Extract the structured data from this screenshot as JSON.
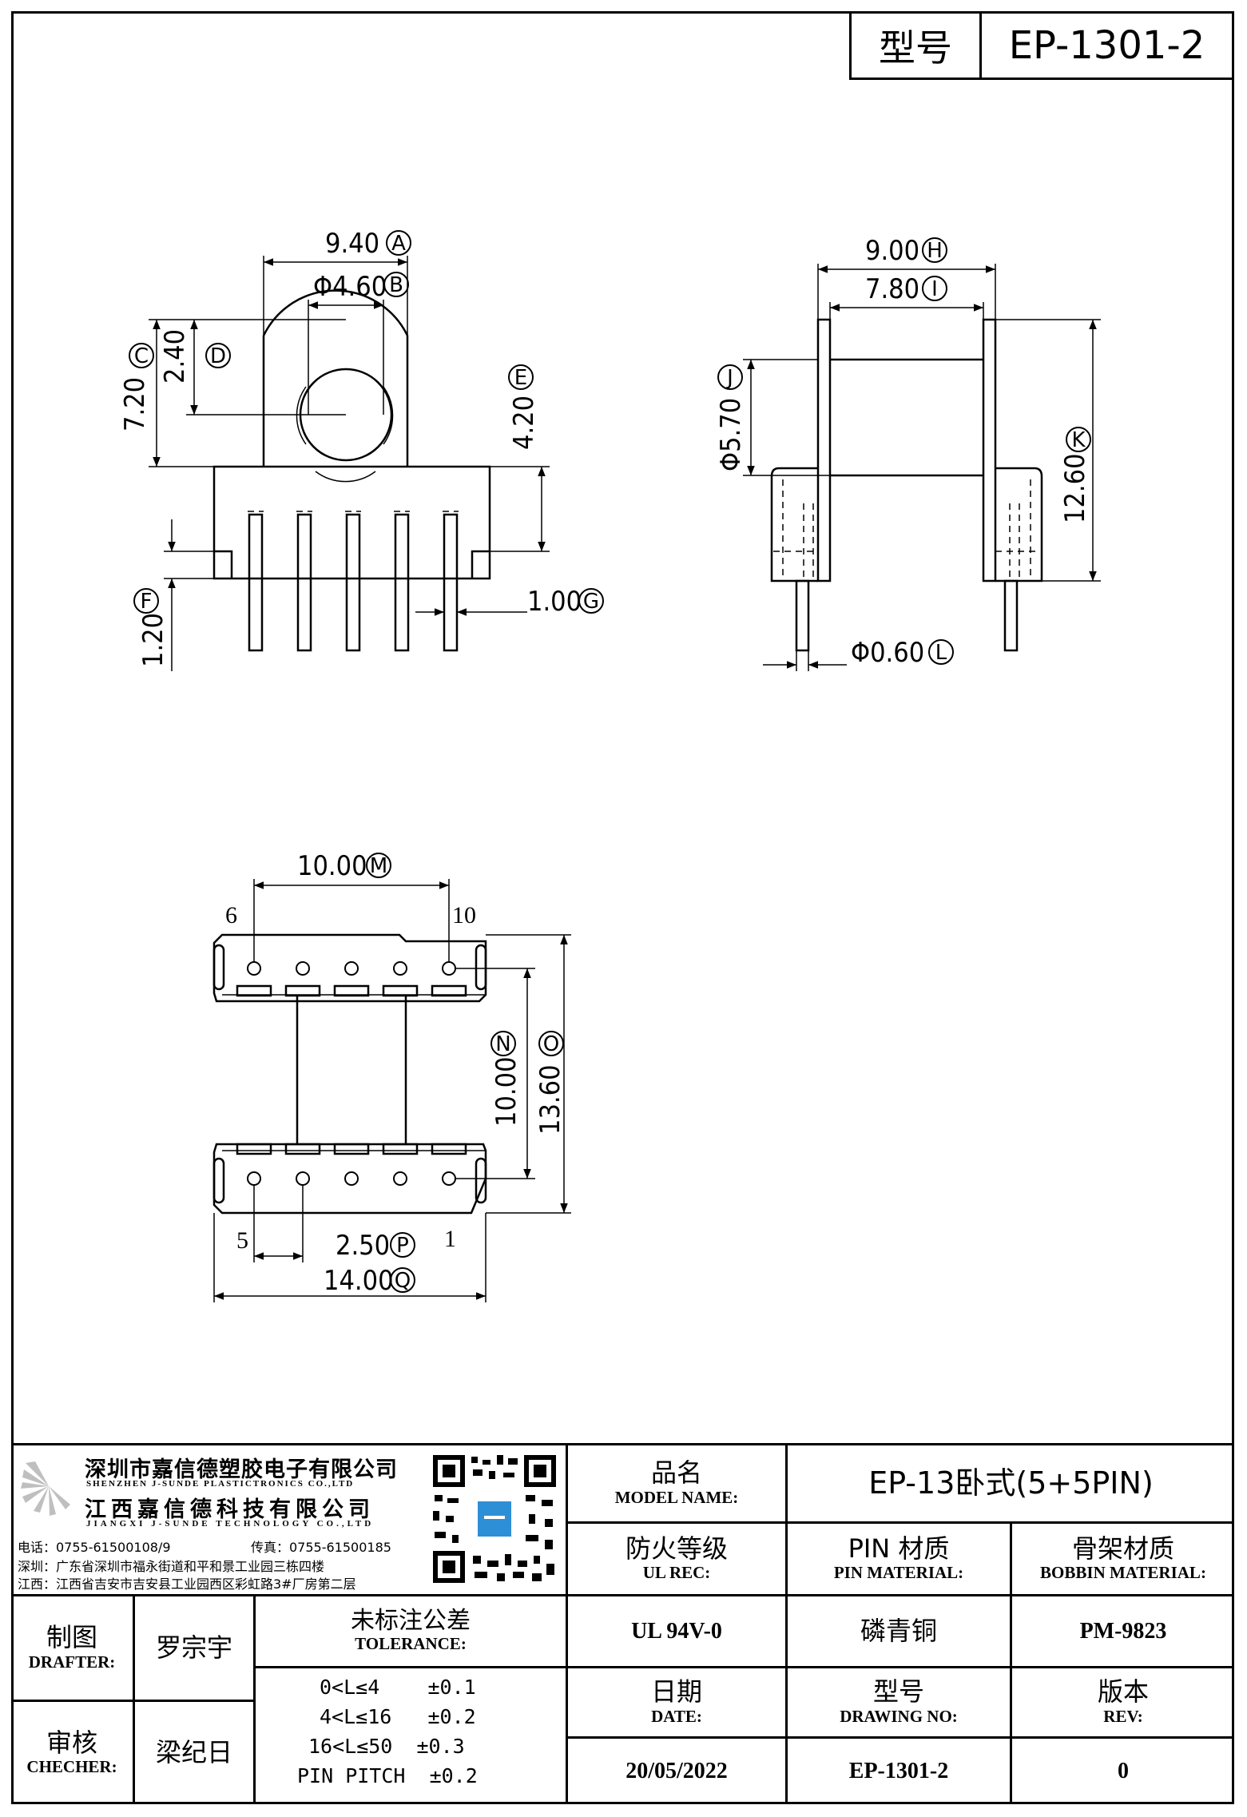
{
  "header": {
    "model_label": "型号",
    "model_value": "EP-1301-2"
  },
  "drawing": {
    "dims": {
      "A": "9.40",
      "B": "Φ4.60",
      "C": "7.20",
      "D": "2.40",
      "E": "4.20",
      "F": "1.20",
      "G": "1.00",
      "H": "9.00",
      "I": "7.80",
      "J": "Φ5.70",
      "K": "12.60",
      "L": "Φ0.60",
      "M": "10.00",
      "N": "10.00",
      "O": "13.60",
      "P": "2.50",
      "Q": "14.00"
    },
    "markers": {
      "A": "A",
      "B": "B",
      "C": "C",
      "D": "D",
      "E": "E",
      "F": "F",
      "G": "G",
      "H": "H",
      "I": "I",
      "J": "J",
      "K": "K",
      "L": "L",
      "M": "M",
      "N": "N",
      "O": "O",
      "P": "P",
      "Q": "Q"
    },
    "pins": {
      "p6": "6",
      "p10": "10",
      "p5": "5",
      "p1": "1"
    }
  },
  "company": {
    "name_cn1": "深圳市嘉信德塑胶电子有限公司",
    "name_en1": "SHENZHEN J-SUNDE PLASTICTRONICS CO.,LTD",
    "name_cn2": "江西嘉信德科技有限公司",
    "name_en2": "JIANGXI J-SUNDE TECHNOLOGY CO.,LTD",
    "phone": "电话：0755-61500108/9",
    "fax": "传真：0755-61500185",
    "addr_sz": "深圳：广东省深圳市福永街道和平和景工业园三栋四楼",
    "addr_jx": "江西：江西省吉安市吉安县工业园西区彩虹路3#厂房第二层"
  },
  "title_block": {
    "model_name_cn": "品名",
    "model_name_en": "MODEL NAME:",
    "model_name_value": "EP-13卧式(5+5PIN)",
    "ul_cn": "防火等级",
    "ul_en": "UL REC:",
    "ul_value": "UL 94V-0",
    "pin_mat_cn": "PIN 材质",
    "pin_mat_en": "PIN MATERIAL:",
    "pin_mat_value": "磷青铜",
    "bobbin_cn": "骨架材质",
    "bobbin_en": "BOBBIN MATERIAL:",
    "bobbin_value": "PM-9823",
    "drafter_cn": "制图",
    "drafter_en": "DRAFTER:",
    "drafter_value": "罗宗宇",
    "checker_cn": "审核",
    "checker_en": "CHECHER:",
    "checker_value": "梁纪日",
    "tol_cn": "未标注公差",
    "tol_en": "TOLERANCE:",
    "tol_rows": [
      "0<L≤4    ±0.1",
      "4<L≤16   ±0.2",
      "16<L≤50  ±0.3",
      "PIN PITCH  ±0.2"
    ],
    "date_cn": "日期",
    "date_en": "DATE:",
    "date_value": "20/05/2022",
    "dwg_cn": "型号",
    "dwg_en": "DRAWING NO:",
    "dwg_value": "EP-1301-2",
    "rev_cn": "版本",
    "rev_en": "REV:",
    "rev_value": "0"
  }
}
